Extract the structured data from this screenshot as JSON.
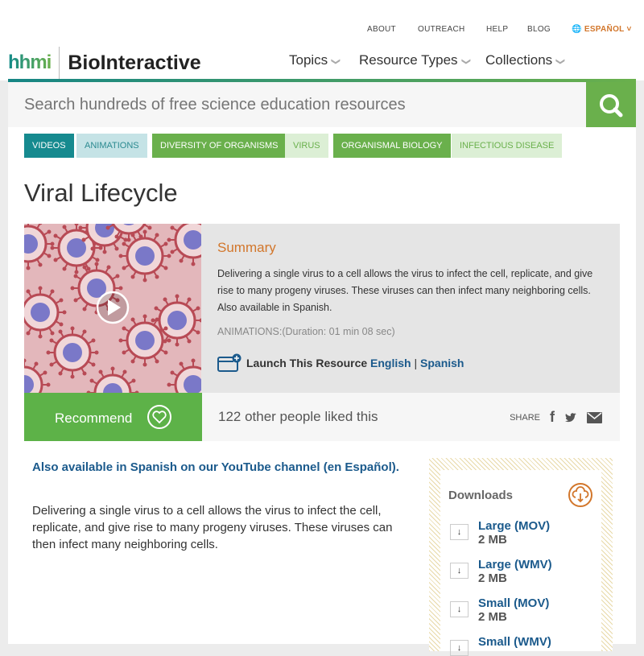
{
  "utility_nav": [
    "ABOUT",
    "OUTREACH",
    "HELP",
    "BLOG"
  ],
  "language": "ESPAÑOL",
  "logo": {
    "brand": "hhmi",
    "product": "BioInteractive"
  },
  "main_nav": [
    "Topics",
    "Resource Types",
    "Collections"
  ],
  "search": {
    "placeholder": "Search hundreds of free science education resources"
  },
  "tags": [
    {
      "label": "VIDEOS",
      "bg": "#168a8f",
      "fg": "#ffffff"
    },
    {
      "label": "ANIMATIONS",
      "bg": "#c5e3e6",
      "fg": "#2b8a90"
    },
    {
      "label": "DIVERSITY OF ORGANISMS",
      "bg": "#6ab04c",
      "fg": "#ffffff"
    },
    {
      "label": "VIRUS",
      "bg": "#dcefd5",
      "fg": "#6ab04c"
    },
    {
      "label": "ORGANISMAL BIOLOGY",
      "bg": "#6ab04c",
      "fg": "#ffffff"
    },
    {
      "label": "INFECTIOUS DISEASE",
      "bg": "#dcefd5",
      "fg": "#6ab04c"
    }
  ],
  "title": "Viral Lifecycle",
  "summary": {
    "heading": "Summary",
    "text": "Delivering a single virus to a cell allows the virus to infect the cell, replicate, and give rise to many progeny viruses. These viruses can then infect many neighboring cells. Also available in Spanish.",
    "duration": "ANIMATIONS:(Duration: 01 min 08 sec)",
    "launch_label": "Launch This Resource",
    "english": "English",
    "divider": "|",
    "spanish": "Spanish"
  },
  "recommend": {
    "label": "Recommend",
    "likes": "122 other people liked this",
    "share": "SHARE"
  },
  "body": {
    "alt_link": "Also available in Spanish on our YouTube channel (en Español).",
    "description": "Delivering a single virus to a cell allows the virus to infect the cell, replicate, and give rise to many progeny viruses. These viruses can then infect many neighboring cells."
  },
  "downloads": {
    "heading": "Downloads",
    "items": [
      {
        "label": "Large (MOV)",
        "size": "2 MB"
      },
      {
        "label": "Large (WMV)",
        "size": "2 MB"
      },
      {
        "label": "Small (MOV)",
        "size": "2 MB"
      },
      {
        "label": "Small (WMV)",
        "size": ""
      }
    ]
  }
}
